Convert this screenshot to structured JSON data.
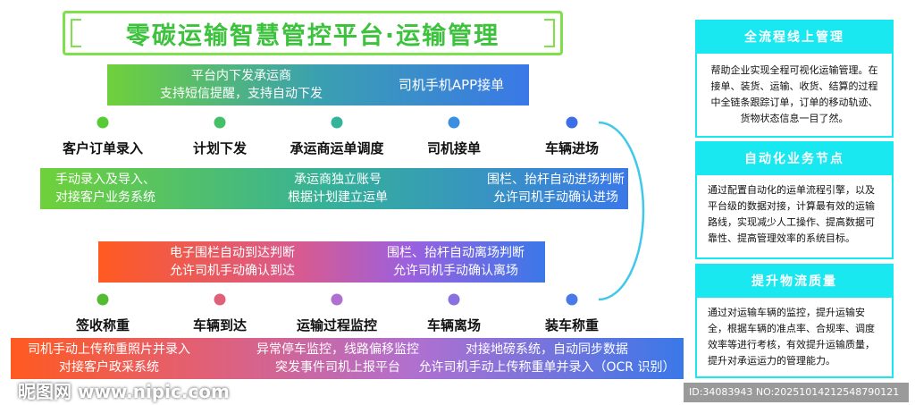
{
  "title": "零碳运输智慧管控平台·运输管理",
  "top_bar": {
    "left_line1": "平台内下发承运商",
    "left_line2": "支持短信提醒，支持自动下发",
    "right": "司机手机APP接单"
  },
  "row1": {
    "steps": [
      "客户订单录入",
      "计划下发",
      "承运商运单调度",
      "司机接单",
      "车辆进场"
    ],
    "colors": [
      "#55cc33",
      "#44c066",
      "#33b399",
      "#3a8fe0",
      "#3a6fe8"
    ]
  },
  "bar2": {
    "a1": "手动录入及导入、",
    "a2": "对接客户业务系统",
    "b1": "承运商独立账号",
    "b2": "根据计划建立运单",
    "c1": "围栏、抬杆自动进场判断",
    "c2": "允许司机手动确认进场"
  },
  "bar3": {
    "a1": "电子围栏自动到达判断",
    "a2": "允许司机手动确认到达",
    "b1": "围栏、抬杆自动离场判断",
    "b2": "允许司机手动确认离场"
  },
  "row2": {
    "steps": [
      "签收称重",
      "车辆到达",
      "运输过程监控",
      "车辆离场",
      "装车称重"
    ],
    "colors": [
      "#55bb33",
      "#e0607a",
      "#b070d0",
      "#8a70e0",
      "#4a7ae8"
    ]
  },
  "bar4": {
    "a1": "司机手动上传称重照片并录入",
    "a2": "对接客户政采系统",
    "b1": "异常停车监控，线路偏移监控",
    "b2": "突发事件司机上报平台",
    "c1": "对接地磅系统，自动同步数据",
    "c2": "允许司机手动上传称重单并录入（OCR 识别）"
  },
  "panels": [
    {
      "title": "全流程线上管理",
      "body": "帮助企业实现全程可视化运输管理。在接单、装货、运输、收货、结算的过程中全链条跟踪订单，订单的移动轨迹、货物状态信息一目了然。"
    },
    {
      "title": "自动化业务节点",
      "body": "通过配置自动化的运单流程引擎，以及平台级的数据对接，计算最有效的运输路线，实现减少人工操作、提高数据可靠性、提高管理效率的系统目标。"
    },
    {
      "title": "提升物流质量",
      "body": "通过对运输车辆的监控，提升运输安全，根据车辆的准点率、合规率、调度效率等进行考核，有效提升运输质量，提升对承运运力的管理能力。"
    }
  ],
  "watermark": {
    "logo": "昵图网",
    "url": "www.nipic.com",
    "id": "ID:34083943 NO:20251014212548790121"
  }
}
